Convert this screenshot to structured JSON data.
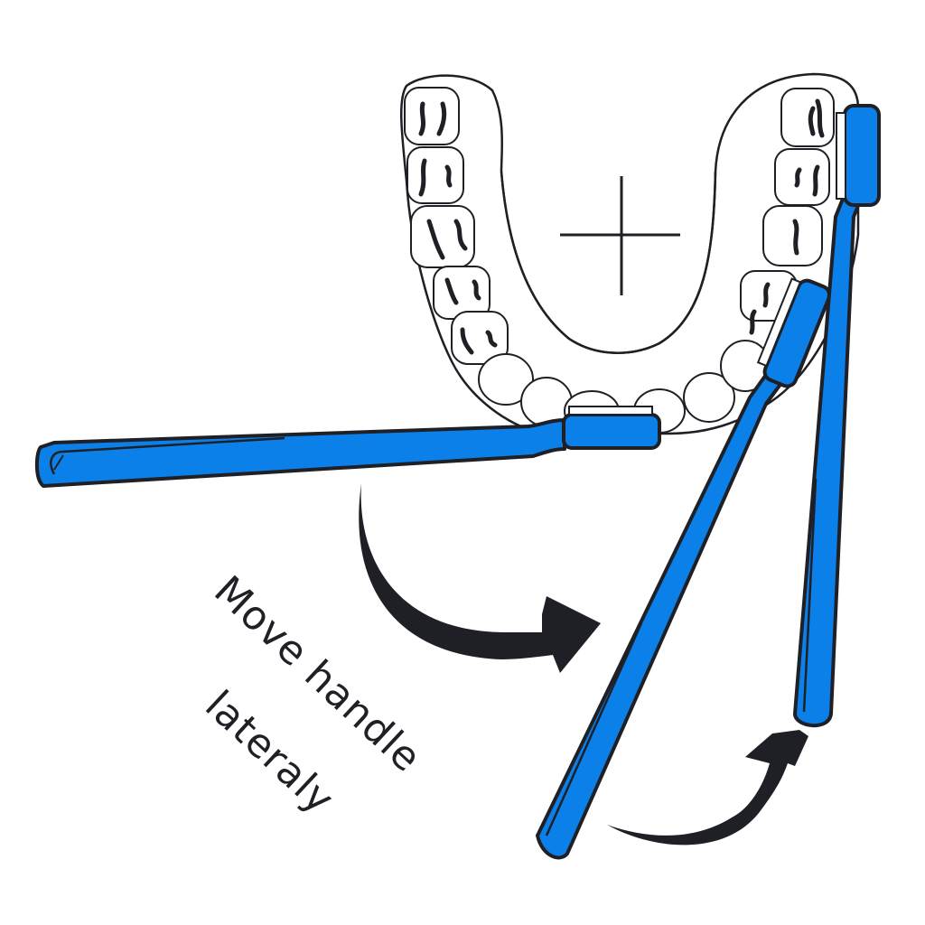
{
  "diagram": {
    "subject": "toothbrush-lateral-technique",
    "caption_line1": "Move handle",
    "caption_line2": "lateraly",
    "colors": {
      "brush_blue": "#0A80E8",
      "outline": "#1F1F26",
      "arrow": "#1F1F26",
      "background": "#FFFFFF"
    },
    "elements": [
      "lower-dental-arch",
      "center-crosshair",
      "toothbrush-horizontal",
      "toothbrush-angled",
      "toothbrush-vertical",
      "arrow-upper",
      "arrow-lower"
    ]
  }
}
